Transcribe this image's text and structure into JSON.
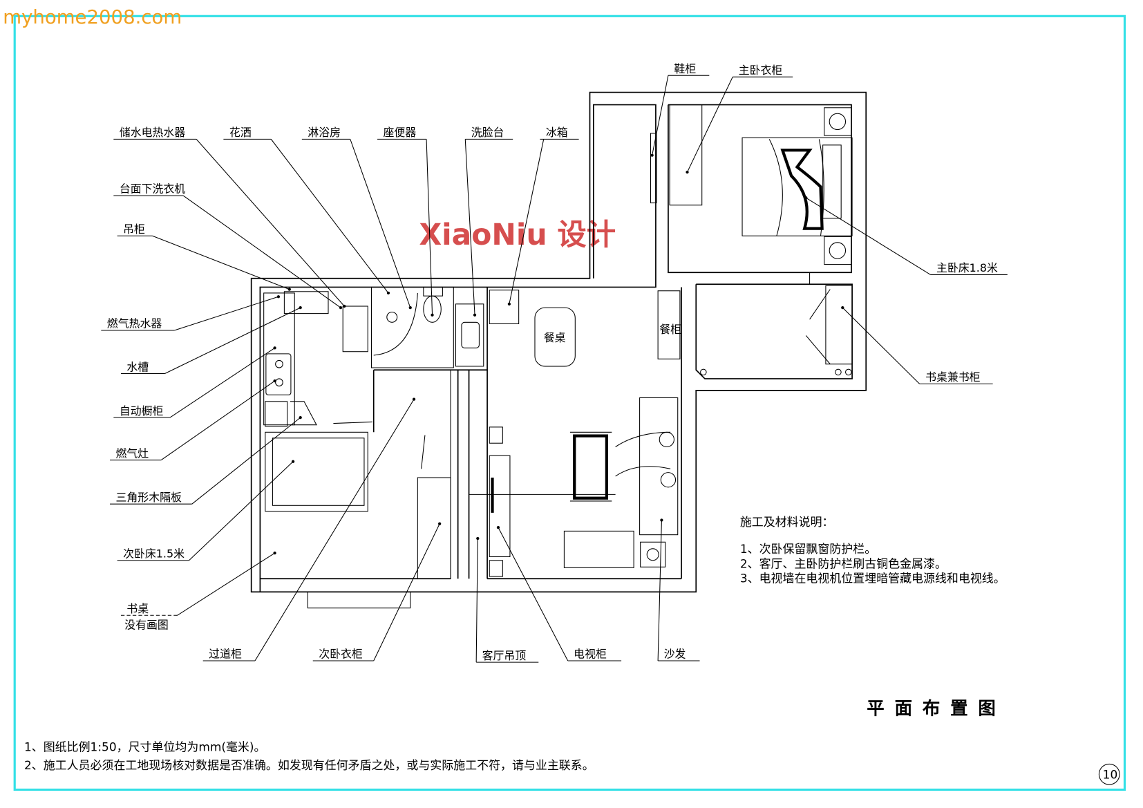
{
  "watermark_site": "myhome2008.com",
  "watermark_brand": "XiaoNiu 设计",
  "labels": [
    "储水电热水器",
    "花洒",
    "淋浴房",
    "座便器",
    "洗脸台",
    "冰箱",
    "台面下洗衣机",
    "吊柜",
    "燃气热水器",
    "水槽",
    "自动橱柜",
    "燃气灶",
    "三角形木隔板",
    "次卧床1.5米",
    "书桌",
    "过道柜",
    "次卧衣柜",
    "客厅吊顶",
    "电视柜",
    "沙发",
    "鞋柜",
    "主卧衣柜",
    "主卧床1.8米",
    "书桌兼书柜"
  ],
  "desk_note": "没有画图",
  "rooms": {
    "dining_table": "餐桌",
    "sideboard": "餐柜"
  },
  "notes_right": {
    "heading": "施工及材料说明：",
    "items": [
      "1、次卧保留飘窗防护栏。",
      "2、客厅、主卧防护栏刷古铜色金属漆。",
      "3、电视墙在电视机位置埋暗管藏电源线和电视线。"
    ]
  },
  "title": "平面布置图",
  "notes_bottom": [
    "1、图纸比例1:50，尺寸单位均为mm(毫米)。",
    "2、施工人员必须在工地现场核对数据是否准确。如发现有任何矛盾之处，或与实际施工不符，请与业主联系。"
  ],
  "page_number": "10",
  "colors": {
    "frame": "#33e0e6",
    "watermark_site": "#f0a020",
    "watermark_brand": "#d03030"
  }
}
